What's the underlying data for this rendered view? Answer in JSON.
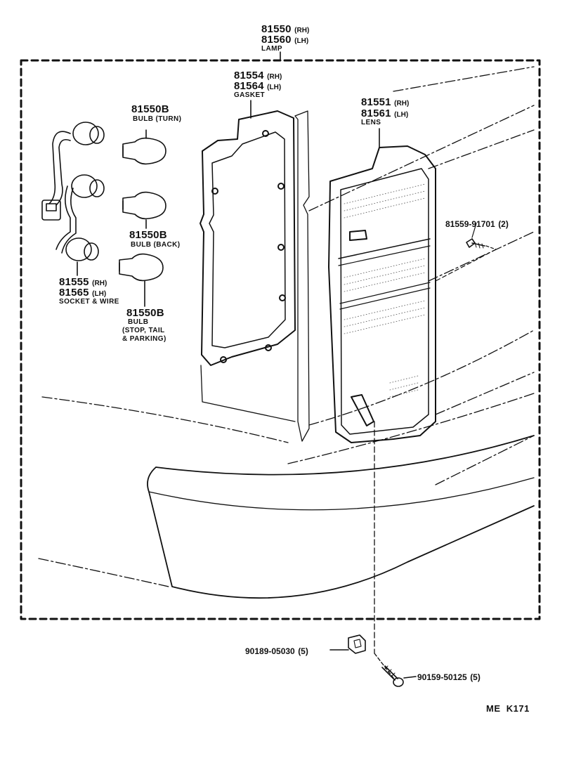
{
  "lamp": {
    "pn_rh": "81550",
    "sfx_rh": "(RH)",
    "pn_lh": "81560",
    "sfx_lh": "(LH)",
    "name": "LAMP"
  },
  "gasket": {
    "pn_rh": "81554",
    "sfx_rh": "(RH)",
    "pn_lh": "81564",
    "sfx_lh": "(LH)",
    "name": "GASKET"
  },
  "lens": {
    "pn_rh": "81551",
    "sfx_rh": "(RH)",
    "pn_lh": "81561",
    "sfx_lh": "(LH)",
    "name": "LENS"
  },
  "bulb_turn": {
    "pn": "81550B",
    "name": "BULB (TURN)"
  },
  "bulb_back": {
    "pn": "81550B",
    "name": "BULB (BACK)"
  },
  "bulb_stop": {
    "pn": "81550B",
    "name": "BULB",
    "line2": "STOP, TAIL",
    "line3": "& PARKING"
  },
  "socket_wire": {
    "pn_rh": "81555",
    "sfx_rh": "(RH)",
    "pn_lh": "81565",
    "sfx_lh": "(LH)",
    "name": "SOCKET & WIRE"
  },
  "screw_lens": {
    "pn": "81559-91701",
    "qty": "(2)"
  },
  "nut": {
    "pn": "90189-05030",
    "qty": "(5)"
  },
  "screw": {
    "pn": "90159-50125",
    "qty": "(5)"
  },
  "ref_code": "ME  K171"
}
